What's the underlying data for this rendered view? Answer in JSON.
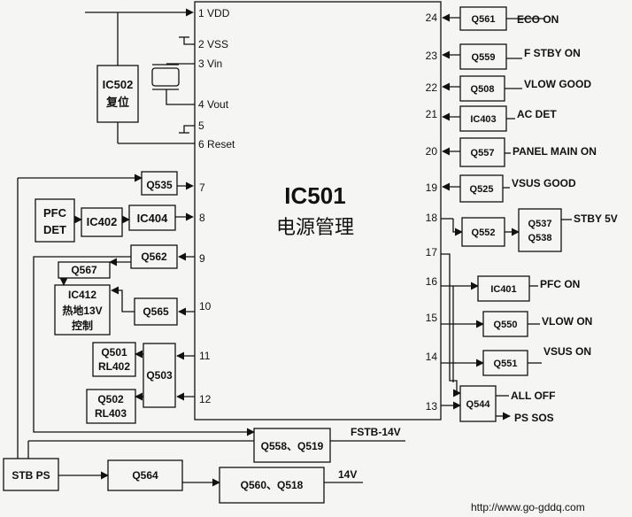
{
  "main_ic": {
    "name": "IC501",
    "subtitle": "电源管理"
  },
  "pins_left": [
    {
      "num": "1",
      "label": "VDD"
    },
    {
      "num": "2",
      "label": "VSS"
    },
    {
      "num": "3",
      "label": "Vin"
    },
    {
      "num": "4",
      "label": "Vout"
    },
    {
      "num": "5",
      "label": ""
    },
    {
      "num": "6",
      "label": "Reset"
    },
    {
      "num": "7",
      "label": ""
    },
    {
      "num": "8",
      "label": ""
    },
    {
      "num": "9",
      "label": ""
    },
    {
      "num": "10",
      "label": ""
    },
    {
      "num": "11",
      "label": ""
    },
    {
      "num": "12",
      "label": ""
    }
  ],
  "pins_right": [
    "24",
    "23",
    "22",
    "21",
    "20",
    "19",
    "18",
    "17",
    "16",
    "15",
    "14",
    "13"
  ],
  "right_blocks": [
    {
      "box": "Q561",
      "signal": "ECO  ON"
    },
    {
      "box": "Q559",
      "signal": "F STBY ON"
    },
    {
      "box": "Q508",
      "signal": "VLOW  GOOD"
    },
    {
      "box": "IC403",
      "signal": "AC DET"
    },
    {
      "box": "Q557",
      "signal": "PANEL MAIN ON"
    },
    {
      "box": "Q525",
      "signal": "VSUS  GOOD"
    },
    {
      "box": "Q552",
      "signal": ""
    },
    {
      "box": "IC401",
      "signal": "PFC  ON"
    },
    {
      "box": "Q550",
      "signal": "VLOW  ON"
    },
    {
      "box": "Q551",
      "signal": "VSUS  ON"
    }
  ],
  "q537": {
    "line1": "Q537",
    "line2": "Q538",
    "signal": "STBY 5V"
  },
  "q544": {
    "box": "Q544",
    "signal1": "ALL OFF",
    "signal2": "PS SOS"
  },
  "left_blocks": {
    "ic502": {
      "line1": "IC502",
      "line2": "复位"
    },
    "q535": "Q535",
    "pfc_det": {
      "line1": "PFC",
      "line2": "DET"
    },
    "ic402": "IC402",
    "ic404": "IC404",
    "q562": "Q562",
    "q567": "Q567",
    "ic412": {
      "line1": "IC412",
      "line2": "热地13V",
      "line3": "控制"
    },
    "q565": "Q565",
    "q501": {
      "line1": "Q501",
      "line2": "RL402"
    },
    "q503": "Q503",
    "q502": {
      "line1": "Q502",
      "line2": "RL403"
    }
  },
  "bottom": {
    "stb_ps": "STB PS",
    "q558": "Q558、Q519",
    "fstb": "FSTB-14V",
    "q564": "Q564",
    "q560": "Q560、Q518",
    "v14": "14V"
  },
  "watermark": "http://www.go-gddq.com"
}
